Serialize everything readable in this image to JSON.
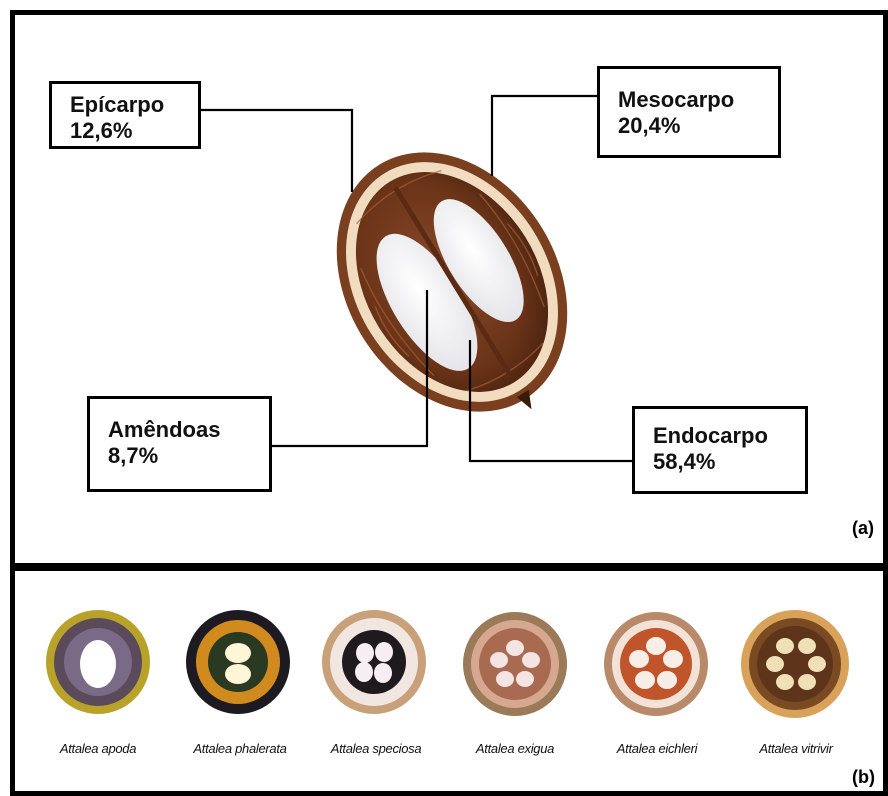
{
  "panel_a": {
    "letter": "(a)",
    "labels": {
      "epicarpo": {
        "name": "Epícarpo",
        "value": "12,6%"
      },
      "mesocarpo": {
        "name": "Mesocarpo",
        "value": "20,4%"
      },
      "amendoas": {
        "name": "Amêndoas",
        "value": "8,7%"
      },
      "endocarpo": {
        "name": "Endocarpo",
        "value": "58,4%"
      }
    }
  },
  "panel_b": {
    "letter": "(b)",
    "species": [
      {
        "name": "Attalea apoda",
        "seeds": 1
      },
      {
        "name": "Attalea phalerata",
        "seeds": 2
      },
      {
        "name": "Attalea speciosa",
        "seeds": 4
      },
      {
        "name": "Attalea exigua",
        "seeds": 5
      },
      {
        "name": "Attalea eichleri",
        "seeds": 5
      },
      {
        "name": "Attalea vitrivir",
        "seeds": 6
      }
    ]
  }
}
